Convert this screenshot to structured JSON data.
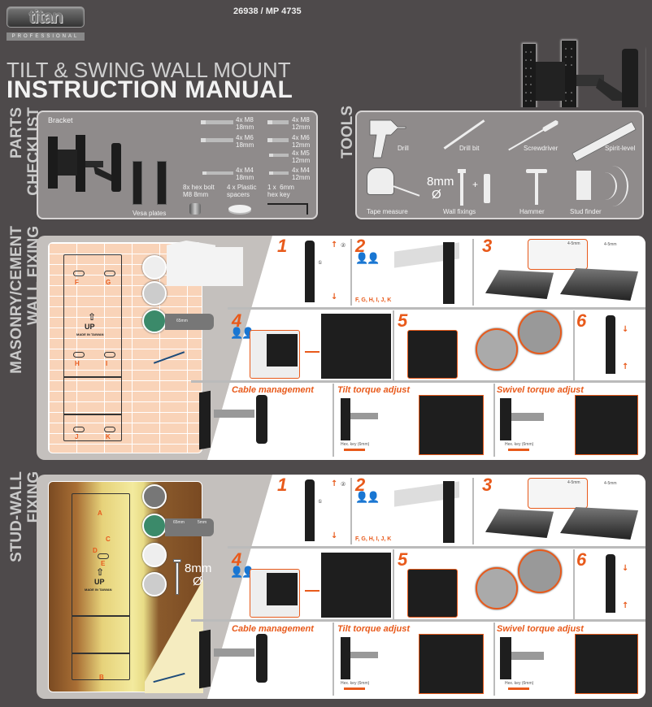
{
  "header": {
    "brand": "titan",
    "brand_sub": "PROFESSIONAL",
    "product_code": "26938 / MP 4735",
    "title_line1": "TILT & SWING WALL MOUNT",
    "title_line2": "INSTRUCTION MANUAL"
  },
  "parts": {
    "section_label": "PARTS\nCHECKLIST",
    "bracket_label": "Bracket",
    "vesa_label": "Vesa plates",
    "screws": [
      {
        "qty": "4x M8",
        "len": "18mm"
      },
      {
        "qty": "4x M6",
        "len": "18mm"
      },
      {
        "qty": "4x M4",
        "len": "18mm"
      },
      {
        "qty": "4x M8",
        "len": "12mm"
      },
      {
        "qty": "4x M6",
        "len": "12mm"
      },
      {
        "qty": "4x M5",
        "len": "12mm"
      },
      {
        "qty": "4x M4",
        "len": "12mm"
      }
    ],
    "hex_bolt": "8x hex bolt\nM8 8mm",
    "spacers": "4 x Plastic\nspacers",
    "hex_key": "1 x  6mm\nhex key"
  },
  "tools": {
    "section_label": "TOOLS",
    "items": [
      "Drill",
      "Drill bit",
      "Screwdriver",
      "Spirit-level",
      "Tape measure",
      "Wall fixings",
      "Hammer",
      "Stud finder"
    ],
    "fixing_size": "8mm",
    "diameter_symbol": "Ø",
    "plus": "+"
  },
  "masonry": {
    "section_label": "MASONRY/CEMENT\nWALL FIXING",
    "template_letters": [
      "F",
      "G",
      "H",
      "I",
      "J",
      "K"
    ],
    "up_label": "UP",
    "made_in": "MADE IN TAIWAN",
    "drill_depth": "65mm"
  },
  "stud": {
    "section_label": "STUD-WALL\nFIXING",
    "template_letters": [
      "A",
      "C",
      "D",
      "E",
      "B"
    ],
    "up_label": "UP",
    "made_in": "MADE IN TAIWAN",
    "drill_depth": "65mm",
    "drill_dia": "5mm",
    "bolt_size": "8mm",
    "diameter_symbol": "Ø"
  },
  "steps": {
    "s1": "1",
    "s2": "2",
    "s3": "3",
    "s4": "4",
    "s5": "5",
    "s6": "6",
    "s2_letters": "F, G, H, I, J, K",
    "s3_gap": "4-5mm",
    "cable_title": "Cable management",
    "tilt_title": "Tilt torque adjust",
    "swivel_title": "Swivel torque adjust",
    "hex_key_note": "Hex. key (6mm)",
    "circle1": "①",
    "circle2": "②"
  },
  "colors": {
    "background": "#4e4a4b",
    "accent_orange": "#e85a1b",
    "panel_grey": "#8f8b8b",
    "section_grey": "#c4c0bd"
  }
}
